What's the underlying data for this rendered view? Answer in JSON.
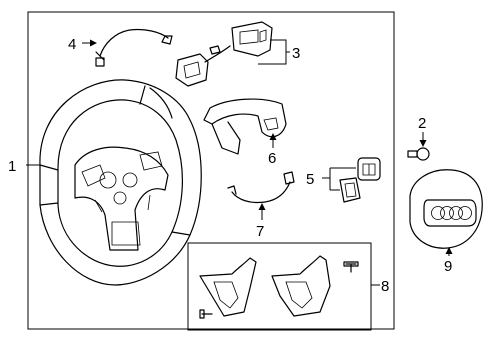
{
  "diagram": {
    "callouts": {
      "c1": "1",
      "c2": "2",
      "c3": "3",
      "c4": "4",
      "c5": "5",
      "c6": "6",
      "c7": "7",
      "c8": "8",
      "c9": "9"
    },
    "parts": {
      "p1": "steering-wheel",
      "p2": "airbag-bolt",
      "p3": "switch-assemblies",
      "p4": "wire-harness",
      "p5": "control-switches",
      "p6": "lower-cover",
      "p7": "trim-wire",
      "p8": "trim-covers-kit",
      "p9": "driver-airbag"
    },
    "logo_rings": 4
  }
}
